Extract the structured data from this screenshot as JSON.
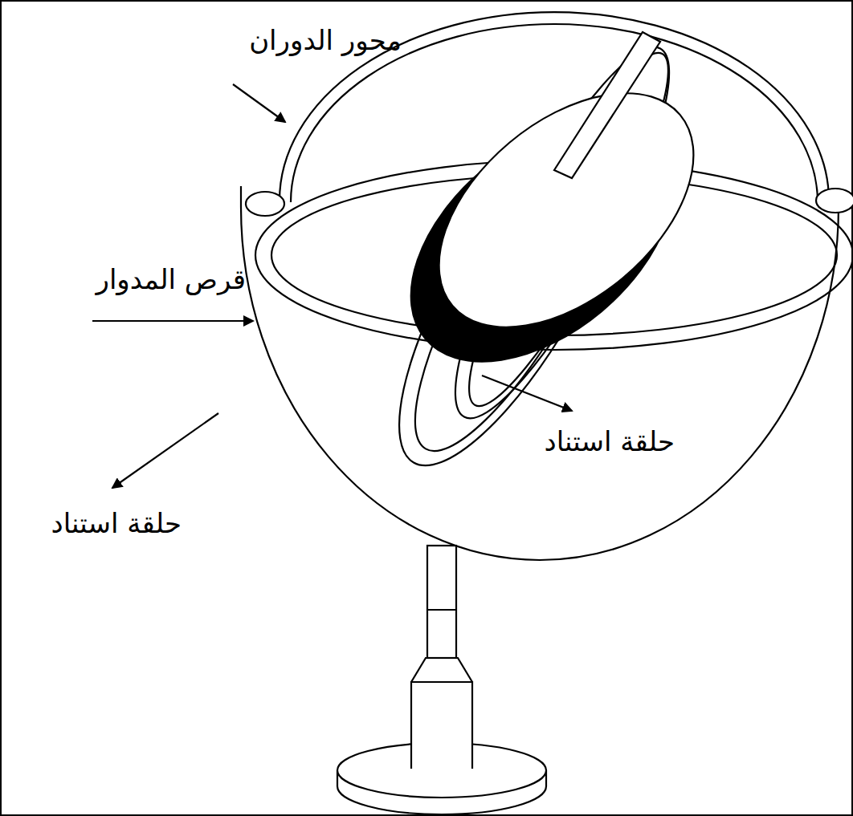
{
  "diagram": {
    "labels": [
      "محور الدوران",
      "قرص المدوار",
      "حلقة استناد",
      "حلقة استناد"
    ]
  }
}
